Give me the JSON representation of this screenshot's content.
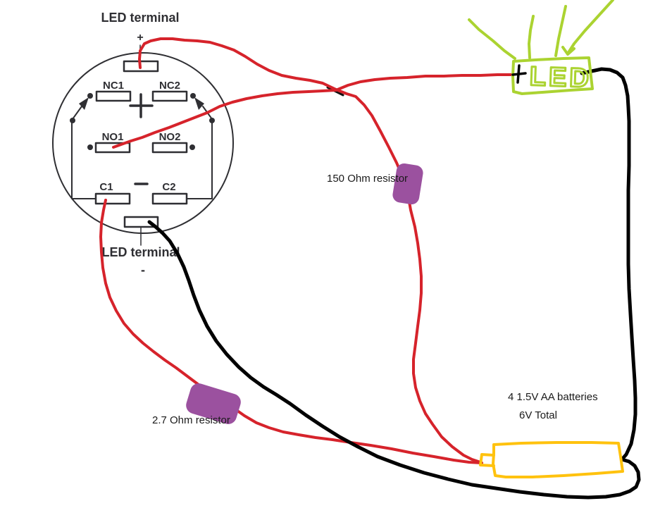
{
  "switch": {
    "top_terminal": {
      "label": "LED terminal",
      "sign": "+"
    },
    "bottom_terminal": {
      "label": "LED terminal",
      "sign": "-"
    },
    "contacts": {
      "nc1": "NC1",
      "nc2": "NC2",
      "no1": "NO1",
      "no2": "NO2",
      "c1": "C1",
      "c2": "C2"
    }
  },
  "led": {
    "label": "LED",
    "polarity_mark": "+"
  },
  "resistor_150": {
    "label": "150 Ohm resistor"
  },
  "resistor_27": {
    "label": "2.7 Ohm resistor"
  },
  "battery": {
    "line1": "4 1.5V AA batteries",
    "line2": "6V Total"
  },
  "colors": {
    "wire_positive": "#d6232b",
    "wire_negative": "#000000",
    "resistor_body": "#9b519f",
    "battery_outline": "#ffc20e",
    "led_outline": "#abd331",
    "diagram_ink": "#2f2f33",
    "annotation_ink": "#1a1a1a"
  }
}
